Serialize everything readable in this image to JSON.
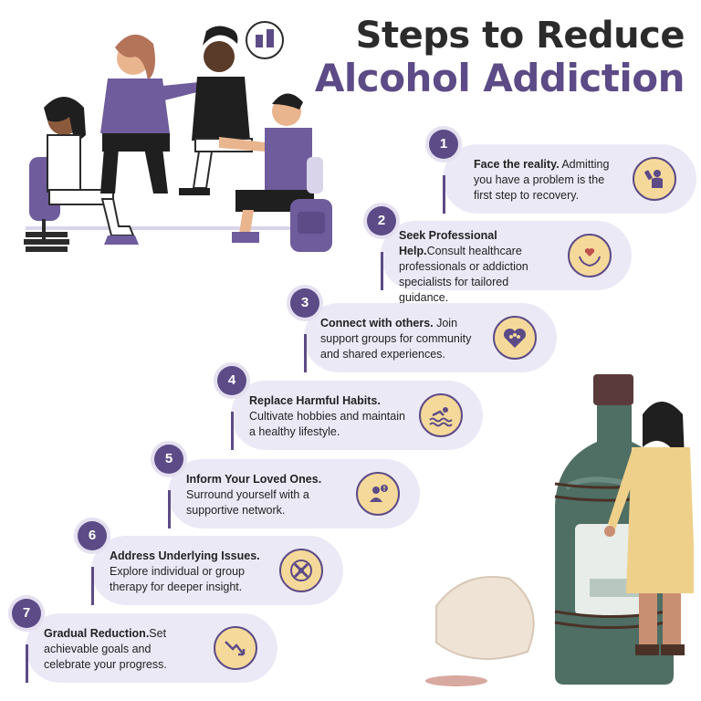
{
  "title": {
    "line1": "Steps to Reduce",
    "line2": "Alcohol Addiction"
  },
  "colors": {
    "accent": "#5c4b86",
    "card": "#ece9f6",
    "icon_bg": "#f5d99a",
    "text": "#222222"
  },
  "steps": [
    {
      "number": "1",
      "heading": "Face the reality.",
      "body": " Admitting you have a problem is the first step to recovery.",
      "icon": "drinking-person-icon"
    },
    {
      "number": "2",
      "heading": "Seek Professional Help.",
      "body": "Consult healthcare professionals or addiction specialists for tailored guidance.",
      "icon": "hands-heart-icon"
    },
    {
      "number": "3",
      "heading": "Connect with others.",
      "body": " Join support groups for community and shared experiences.",
      "icon": "heart-group-icon"
    },
    {
      "number": "4",
      "heading": "Replace Harmful Habits.",
      "body": " Cultivate hobbies and maintain a healthy lifestyle.",
      "icon": "swimmer-icon"
    },
    {
      "number": "5",
      "heading": "Inform Your Loved Ones.",
      "body": " Surround yourself with a supportive network.",
      "icon": "person-alert-icon"
    },
    {
      "number": "6",
      "heading": "Address Underlying Issues.",
      "body": " Explore individual or group therapy for deeper insight.",
      "icon": "group-hands-icon"
    },
    {
      "number": "7",
      "heading": "Gradual Reduction.",
      "body": "Set achievable goals and celebrate your progress.",
      "icon": "trend-down-icon"
    }
  ]
}
